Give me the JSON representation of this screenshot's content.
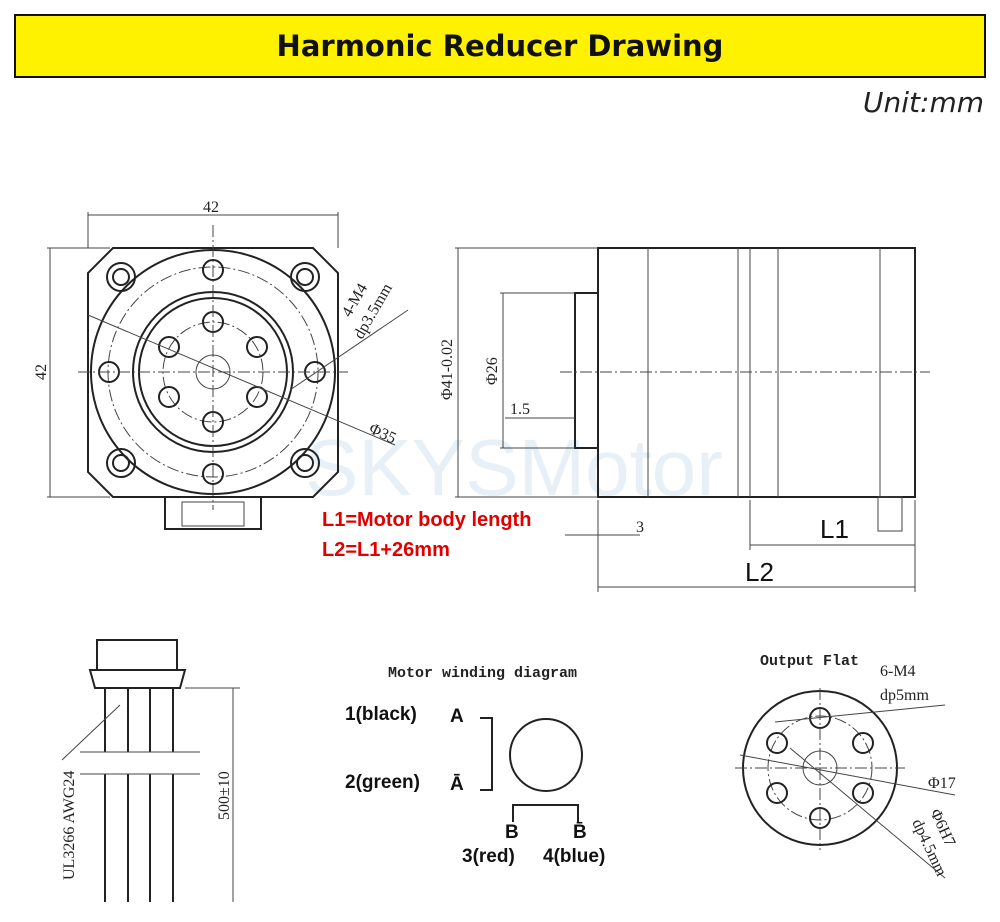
{
  "title": "Harmonic Reducer Drawing",
  "unit": "Unit:mm",
  "watermark": "SKYSMotor",
  "front_view": {
    "width_dim": "42",
    "height_dim": "42",
    "hole_spec": "4-M4",
    "hole_depth": "dp3.5mm",
    "circle_dia": "Φ35"
  },
  "side_view": {
    "flange_dia": "Φ41-0.02",
    "boss_dia": "Φ26",
    "boss_len": "1.5",
    "gap": "3",
    "l1": "L1",
    "l2": "L2"
  },
  "notes": [
    "L1=Motor body length",
    "L2=L1+26mm"
  ],
  "cable": {
    "spec": "UL3266  AWG24",
    "length": "500±10"
  },
  "winding": {
    "title": "Motor winding diagram",
    "wire1": "1(black)",
    "wire2": "2(green)",
    "wire3": "3(red)",
    "wire4": "4(blue)",
    "a": "A",
    "a_bar": "Ā",
    "b": "B",
    "b_bar": "B̄"
  },
  "output_flat": {
    "title": "Output Flat",
    "hole_spec": "6-M4",
    "hole_depth": "dp5mm",
    "pcd": "Φ17",
    "bore": "Φ6H7",
    "bore_depth": "dp4.5mm"
  }
}
